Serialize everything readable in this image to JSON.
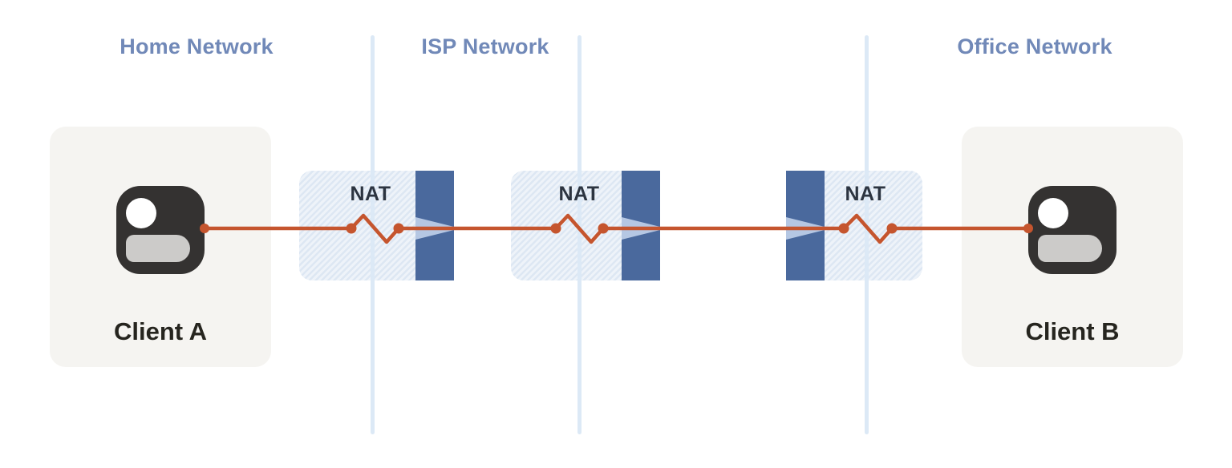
{
  "zones": {
    "labels": [
      {
        "id": "home",
        "label": "Home Network"
      },
      {
        "id": "isp",
        "label": "ISP Network"
      },
      {
        "id": "office",
        "label": "Office Network"
      }
    ]
  },
  "clients": [
    {
      "id": "client-a",
      "label": "Client A"
    },
    {
      "id": "client-b",
      "label": "Client B"
    }
  ],
  "nat_boxes": [
    {
      "label": "NAT"
    },
    {
      "label": "NAT"
    },
    {
      "label": "NAT"
    }
  ],
  "icons": [
    "user-icon",
    "firewall-bar",
    "firewall-gap-wedge",
    "zigzag-connection-icon"
  ],
  "colors": {
    "background": "#ffffff",
    "zone_label": "#7189b8",
    "divider": "#dce9f6",
    "client_card_bg": "#f5f4f1",
    "client_icon_bg": "#343231",
    "client_icon_head": "#ffffff",
    "client_icon_body": "#cccbc9",
    "client_label": "#26251f",
    "nat_box_bg": "#eef3f9",
    "nat_box_stripe": "#dde7f3",
    "nat_label": "#2c3440",
    "firewall_bar": "#4a699d",
    "firewall_gap": "#b5c7e3",
    "connection_line": "#c5552e"
  }
}
